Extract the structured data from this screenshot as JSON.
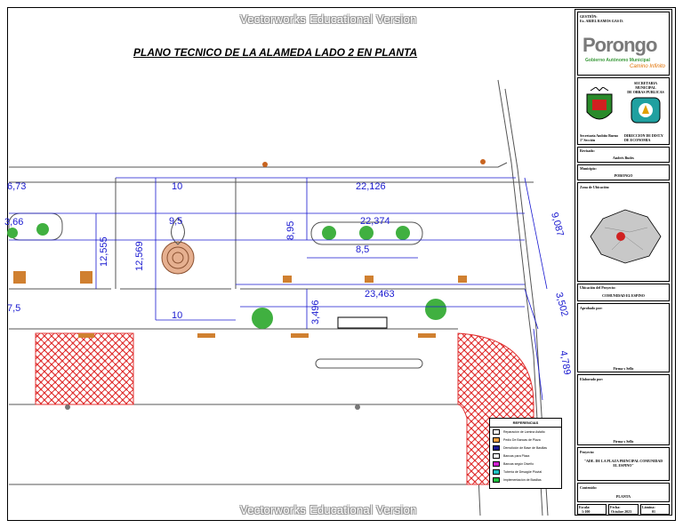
{
  "watermark": "Vectorworks Educational Version",
  "plan_title": "PLANO TECNICO DE LA ALAMEDA LADO 2 EN PLANTA",
  "dimensions": {
    "d1": "6,73",
    "d2": "10",
    "d3": "22,126",
    "d4": "3,66",
    "d5": "9,5",
    "d6": "8,95",
    "d7": "22,374",
    "d8": "9,087",
    "d9": "12,555",
    "d10": "12,569",
    "d11": "8,5",
    "d12": "23,463",
    "d13": "3,502",
    "d14": "7,5",
    "d15": "3,496",
    "d16": "10",
    "d17": "4,789"
  },
  "title_block": {
    "header_lines": [
      "GESTIÓN:",
      "Ex. ARIEL RAMOS GAS D."
    ],
    "logo_text": "Porongo",
    "logo_subtitle": "Gobierno Autónomo Municipal",
    "logo_tagline": "Camino Infinito",
    "secretaria": [
      "SECRETARIA",
      "MUNICIPAL",
      "DE OBRAS PUBLICAS"
    ],
    "left_seal_caption": [
      "Secretaría Ambito Bueno",
      "1º Sección"
    ],
    "right_seal_caption": [
      "DIRECCION DE DIST.Y",
      "DE ECONOMIA"
    ],
    "revisado_label": "Revisado:",
    "revisado_value": "Andrés Budes",
    "municipio_label": "Municipio:",
    "municipio_value": "PORONGO",
    "ubicacion_label": "Zona de Ubicación:",
    "ubicacion_ref_label": "Ubicación del Proyecto:",
    "ubicacion_ref_value": "COMUNIDAD EL ESPINO",
    "aprobado_label": "Aprobado por:",
    "firma1": "Firma y Sello",
    "elaborado_label": "Elaborado por:",
    "firma2": "Firma y Sello",
    "proyecto_label": "Proyecto:",
    "proyecto_value": [
      "\"ADE. DE LA PLAZA PRINCIPAL COMUNIDAD",
      "EL ESPINO\""
    ],
    "contenido_label": "Contenido:",
    "contenido_value": "PLANTA",
    "escala_label": "Escala:",
    "escala_value": "1:100",
    "fecha_label": "Fecha:",
    "fecha_value": "Octubre 2023",
    "lamina_label": "Lámina:",
    "lamina_value": "01"
  },
  "legend": {
    "title": "REFERENCIAS",
    "items": [
      {
        "label": "Reparación de Lamina Asfalto",
        "color": "#ffffff"
      },
      {
        "label": "Pedio De Bancas de Plaza",
        "color": "#f0a040"
      },
      {
        "label": "Demolición de Base de Basillas",
        "color": "#1a1a90"
      },
      {
        "label": "Bancas para Plaza",
        "color": "#ffffff"
      },
      {
        "label": "Bancas según Diseño",
        "color": "#d020d0"
      },
      {
        "label": "Tubería de Desagüe Pluvial",
        "color": "#20c0c0"
      },
      {
        "label": "Implementación de Basillas",
        "color": "#20c040"
      }
    ]
  },
  "colors": {
    "dimension": "#1a1ad0",
    "paving": "#e03030",
    "tree": "#40c040",
    "bench": "#d08030"
  }
}
